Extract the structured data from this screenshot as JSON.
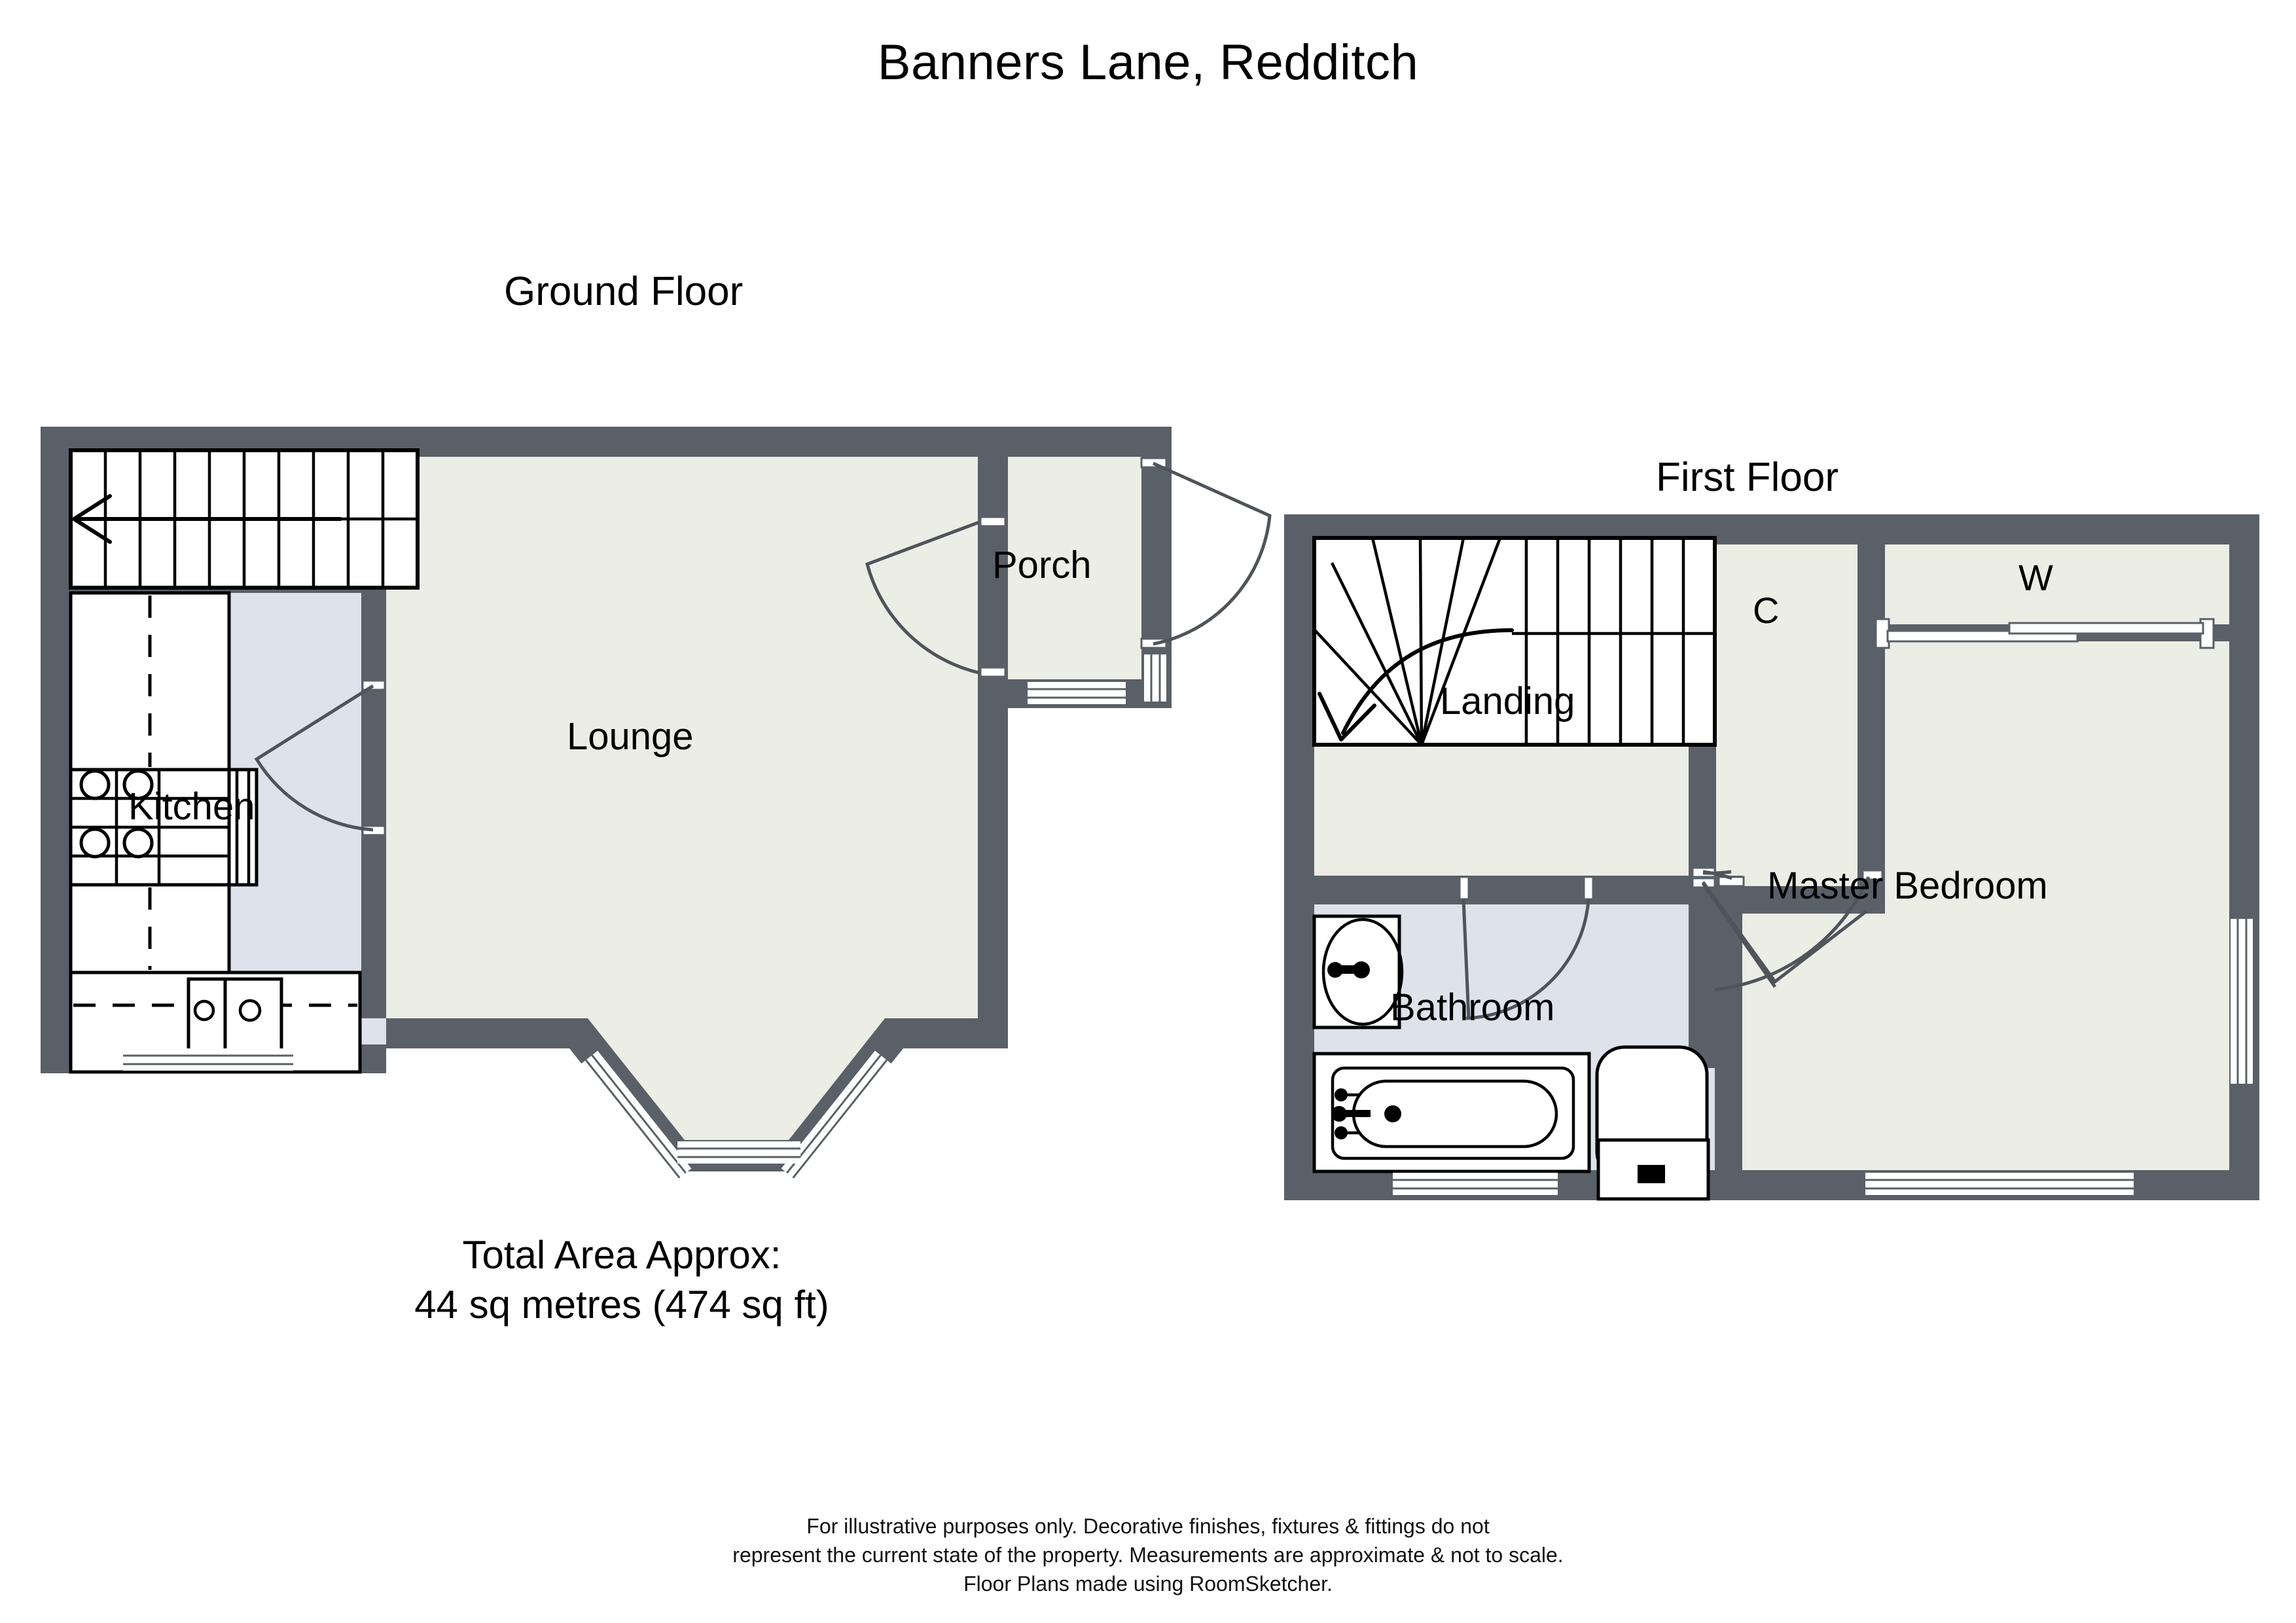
{
  "title": "Banners Lane, Redditch",
  "floors": [
    {
      "id": "ground",
      "label": "Ground Floor",
      "rooms": [
        {
          "name": "Lounge",
          "type": "living"
        },
        {
          "name": "Kitchen",
          "type": "wet"
        },
        {
          "name": "Porch",
          "type": "living"
        }
      ],
      "features": [
        "staircase-up",
        "hob",
        "double-sink",
        "counter-units",
        "bay-window",
        "front-door",
        "internal-doors"
      ]
    },
    {
      "id": "first",
      "label": "First Floor",
      "rooms": [
        {
          "name": "Landing",
          "type": "living"
        },
        {
          "name": "Bathroom",
          "type": "wet"
        },
        {
          "name": "Master Bedroom",
          "type": "living"
        },
        {
          "name": "C",
          "type": "closet"
        },
        {
          "name": "W",
          "type": "wardrobe"
        }
      ],
      "features": [
        "staircase-down-winder",
        "bath",
        "wash-basin",
        "toilet",
        "wardrobe-sliding-doors",
        "closet-doors",
        "windows"
      ]
    }
  ],
  "area": {
    "line1": "Total Area Approx:",
    "line2": "44 sq metres (474 sq ft)",
    "metric_value": "44 sq metres",
    "imperial_value": "474 sq ft"
  },
  "disclaimer": {
    "line1": "For illustrative purposes only. Decorative finishes, fixtures & fittings do not",
    "line2": "represent the current state of the property. Measurements are approximate & not to scale.",
    "line3": "Floor Plans made using RoomSketcher."
  },
  "colors": {
    "wall": "#5a6067",
    "room_fill": "#ecede5",
    "wet_room_fill": "#dde2eb",
    "fixture_stroke": "#000000",
    "door_swing": "#4f545a",
    "background": "#ffffff",
    "text": "#000000"
  }
}
